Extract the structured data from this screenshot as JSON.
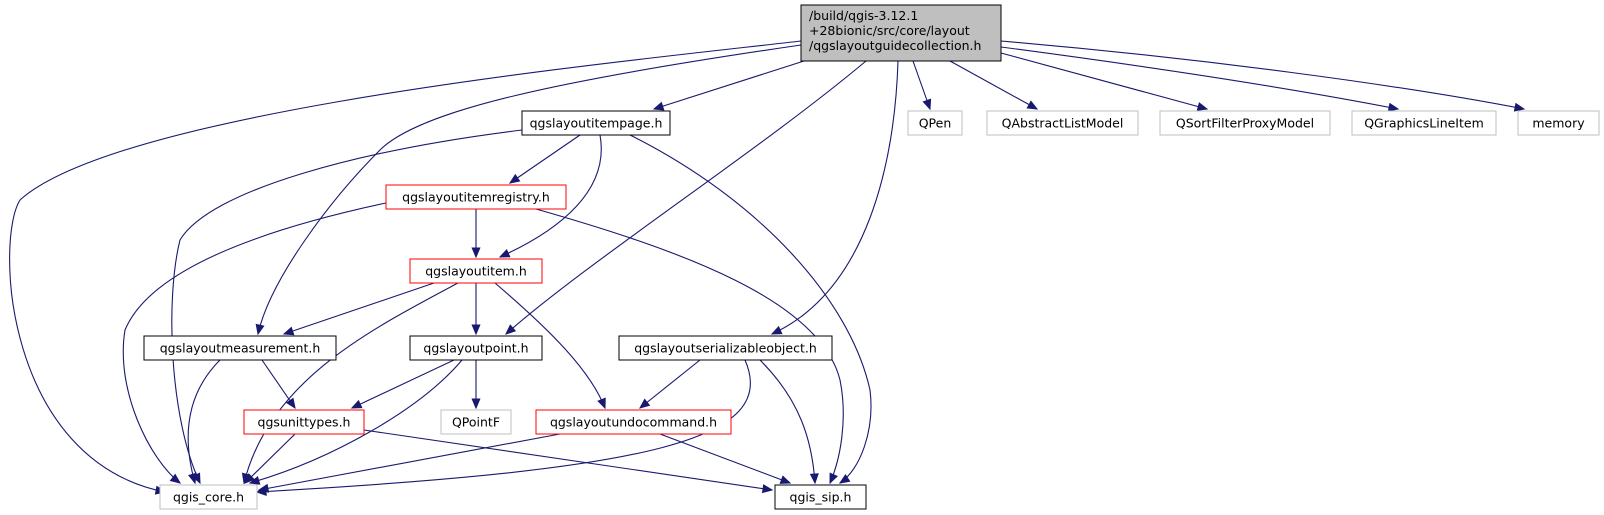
{
  "graph": {
    "root": {
      "id": "root",
      "lines": [
        "/build/qgis-3.12.1",
        "+28bionic/src/core/layout",
        "/qgslayoutguidecollection.h"
      ]
    },
    "nodes": [
      {
        "id": "qgslayoutitempage",
        "label": "qgslayoutitempage.h",
        "style": "documented"
      },
      {
        "id": "QPen",
        "label": "QPen",
        "style": "external"
      },
      {
        "id": "QAbstractListModel",
        "label": "QAbstractListModel",
        "style": "external"
      },
      {
        "id": "QSortFilterProxyModel",
        "label": "QSortFilterProxyModel",
        "style": "external"
      },
      {
        "id": "QGraphicsLineItem",
        "label": "QGraphicsLineItem",
        "style": "external"
      },
      {
        "id": "memory",
        "label": "memory",
        "style": "external"
      },
      {
        "id": "qgslayoutitemregistry",
        "label": "qgslayoutitemregistry.h",
        "style": "truncated"
      },
      {
        "id": "qgslayoutitem",
        "label": "qgslayoutitem.h",
        "style": "truncated"
      },
      {
        "id": "qgslayoutmeasurement",
        "label": "qgslayoutmeasurement.h",
        "style": "documented"
      },
      {
        "id": "qgslayoutpoint",
        "label": "qgslayoutpoint.h",
        "style": "documented"
      },
      {
        "id": "qgslayoutserializableobject",
        "label": "qgslayoutserializableobject.h",
        "style": "documented"
      },
      {
        "id": "qgsunittypes",
        "label": "qgsunittypes.h",
        "style": "truncated"
      },
      {
        "id": "QPointF",
        "label": "QPointF",
        "style": "external"
      },
      {
        "id": "qgslayoutundocommand",
        "label": "qgslayoutundocommand.h",
        "style": "truncated"
      },
      {
        "id": "qgis_core",
        "label": "qgis_core.h",
        "style": "external"
      },
      {
        "id": "qgis_sip",
        "label": "qgis_sip.h",
        "style": "documented"
      }
    ],
    "edges": [
      [
        "root",
        "qgis_core"
      ],
      [
        "root",
        "qgslayoutmeasurement"
      ],
      [
        "root",
        "qgslayoutitempage"
      ],
      [
        "root",
        "qgslayoutpoint"
      ],
      [
        "root",
        "qgslayoutserializableobject"
      ],
      [
        "root",
        "QPen"
      ],
      [
        "root",
        "QAbstractListModel"
      ],
      [
        "root",
        "QSortFilterProxyModel"
      ],
      [
        "root",
        "QGraphicsLineItem"
      ],
      [
        "root",
        "memory"
      ],
      [
        "qgslayoutitempage",
        "qgis_core"
      ],
      [
        "qgslayoutitempage",
        "qgslayoutitemregistry"
      ],
      [
        "qgslayoutitempage",
        "qgslayoutitem"
      ],
      [
        "qgslayoutitempage",
        "qgis_sip"
      ],
      [
        "qgslayoutitemregistry",
        "qgis_core"
      ],
      [
        "qgslayoutitemregistry",
        "qgslayoutitem"
      ],
      [
        "qgslayoutitemregistry",
        "qgis_sip"
      ],
      [
        "qgslayoutitem",
        "qgslayoutmeasurement"
      ],
      [
        "qgslayoutitem",
        "qgis_core"
      ],
      [
        "qgslayoutitem",
        "qgslayoutpoint"
      ],
      [
        "qgslayoutitem",
        "qgslayoutundocommand"
      ],
      [
        "qgslayoutmeasurement",
        "qgis_core"
      ],
      [
        "qgslayoutmeasurement",
        "qgsunittypes"
      ],
      [
        "qgslayoutpoint",
        "qgsunittypes"
      ],
      [
        "qgslayoutpoint",
        "qgis_core"
      ],
      [
        "qgslayoutpoint",
        "QPointF"
      ],
      [
        "qgslayoutserializableobject",
        "qgslayoutundocommand"
      ],
      [
        "qgslayoutserializableobject",
        "qgis_core"
      ],
      [
        "qgslayoutserializableobject",
        "qgis_sip"
      ],
      [
        "qgsunittypes",
        "qgis_core"
      ],
      [
        "qgsunittypes",
        "qgis_sip"
      ],
      [
        "qgslayoutundocommand",
        "qgis_core"
      ],
      [
        "qgslayoutundocommand",
        "qgis_sip"
      ]
    ]
  },
  "colors": {
    "edge": "#191970",
    "root_fill": "#bfbfbf",
    "documented_border": "#000000",
    "truncated_border": "#ff0000",
    "external_border": "#bfbfbf",
    "node_fill": "#ffffff"
  }
}
